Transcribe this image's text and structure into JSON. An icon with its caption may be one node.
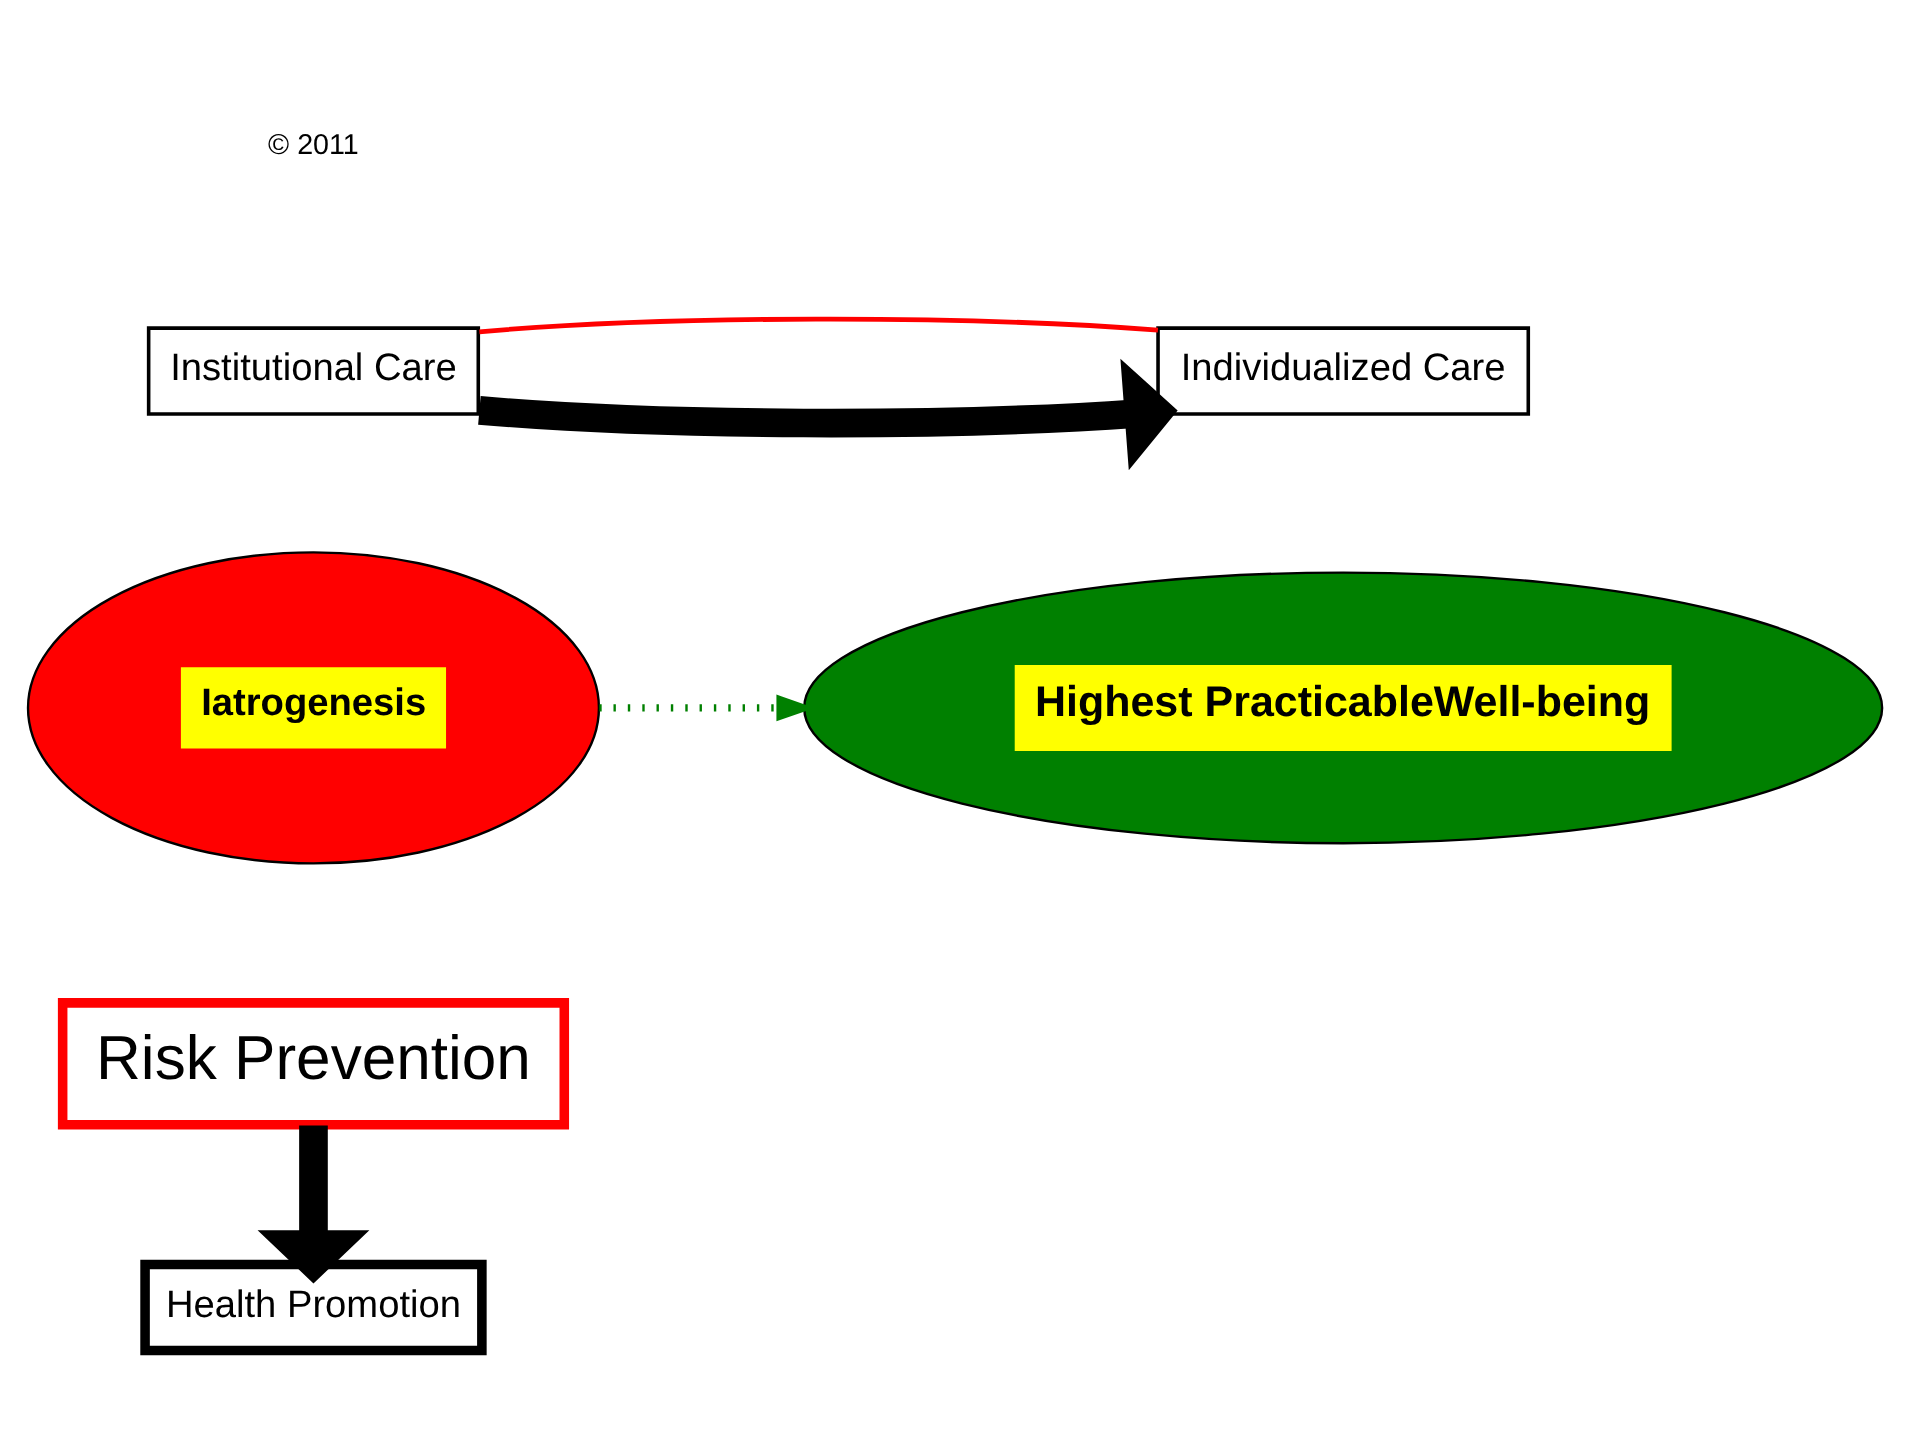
{
  "diagram": {
    "nodes": [
      {
        "text": [
          "Health Promotion"
        ]
      },
      {
        "text": [
          "Highest PracticableWell-being"
        ]
      },
      {
        "text": [
          "Institutional Care"
        ]
      },
      {
        "text": [
          "Individualized Care"
        ]
      },
      {
        "text": [
          "Iatrogenesis"
        ]
      },
      {
        "text": [
          "Risk Prevention"
        ]
      }
    ],
    "edges": [
      {
        "from": 5,
        "to": 0,
        "arrow": "to",
        "style": "thick"
      },
      {
        "from": 2,
        "to": 3,
        "arrow": "to",
        "style": "thick"
      },
      {
        "from": 2,
        "to": 3,
        "arrow": "none",
        "color": "#ff0000"
      },
      {
        "from": 4,
        "to": 1,
        "arrow": "to",
        "style": "dashed",
        "color": "#008000"
      }
    ],
    "labels": [
      "© 2011"
    ]
  }
}
